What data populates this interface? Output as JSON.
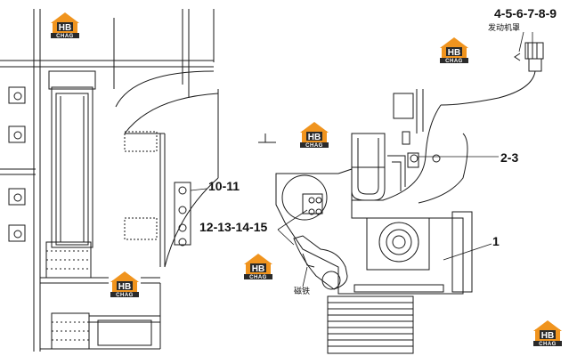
{
  "labels": {
    "engine_hood": "4-5-6-7-8-9",
    "engine_hood_cn": "发动机罩",
    "bracket": "2-3",
    "side_panel": "10-11",
    "cover_group": "12-13-14-15",
    "main_frame": "1",
    "counterweight_cn": "磁铁"
  },
  "watermark": {
    "brand": "HB",
    "sub": "CHAG"
  },
  "colors": {
    "line": "#1a1a1a",
    "logo_orange": "#f0941e",
    "logo_dark": "#2a2a2a"
  }
}
